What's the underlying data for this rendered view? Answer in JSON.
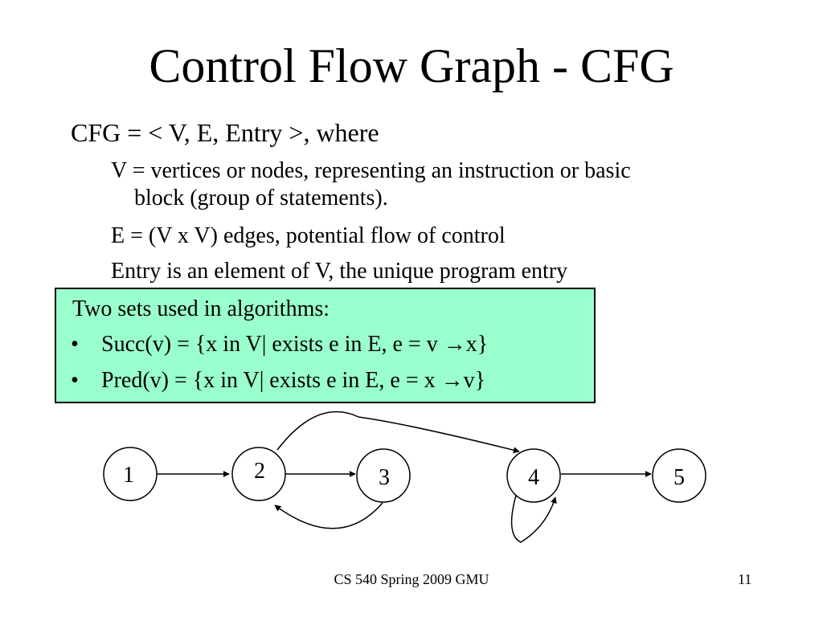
{
  "slide": {
    "title": "Control Flow Graph - CFG",
    "definition": "CFG = < V, E, Entry >, where",
    "items": {
      "v_line1": "V = vertices or nodes, representing an instruction or basic",
      "v_line2": "block (group of statements).",
      "e": "E = (V x V) edges, potential flow of control",
      "entry": "Entry is an element of V, the unique program entry"
    },
    "box": {
      "title": "Two sets used in algorithms:",
      "bullet": "•",
      "succ": "Succ(v) = {x in V| exists e in E, e = v →x}",
      "pred": "Pred(v) = {x in V| exists e in E, e = x →v}",
      "background_color": "#99ffcc"
    },
    "graph": {
      "nodes": [
        "1",
        "2",
        "3",
        "4",
        "5"
      ],
      "edges": [
        [
          "1",
          "2"
        ],
        [
          "2",
          "3"
        ],
        [
          "3",
          "2"
        ],
        [
          "2",
          "4"
        ],
        [
          "4",
          "5"
        ],
        [
          "4",
          "4"
        ]
      ]
    },
    "footer": "CS 540 Spring 2009 GMU",
    "page_number": "11"
  }
}
